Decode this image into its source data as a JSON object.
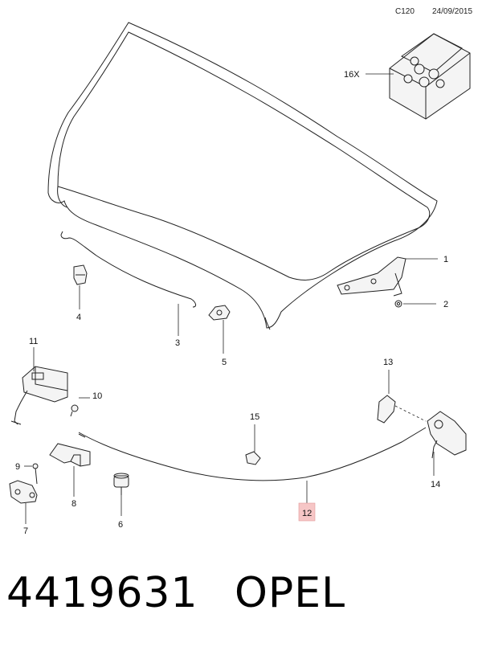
{
  "header": {
    "code": "C120",
    "date": "24/09/2015"
  },
  "footer": {
    "part_number": "4419631",
    "brand": "OPEL"
  },
  "callouts": [
    {
      "id": "1",
      "label": "1"
    },
    {
      "id": "2",
      "label": "2"
    },
    {
      "id": "3",
      "label": "3"
    },
    {
      "id": "4",
      "label": "4"
    },
    {
      "id": "5",
      "label": "5"
    },
    {
      "id": "6",
      "label": "6"
    },
    {
      "id": "7",
      "label": "7"
    },
    {
      "id": "8",
      "label": "8"
    },
    {
      "id": "9",
      "label": "9"
    },
    {
      "id": "10",
      "label": "10"
    },
    {
      "id": "11",
      "label": "11"
    },
    {
      "id": "12",
      "label": "12"
    },
    {
      "id": "13",
      "label": "13"
    },
    {
      "id": "14",
      "label": "14"
    },
    {
      "id": "15",
      "label": "15"
    },
    {
      "id": "16",
      "label": "16X"
    }
  ],
  "highlight": {
    "callout": "12",
    "color": "#f6c6c6"
  }
}
